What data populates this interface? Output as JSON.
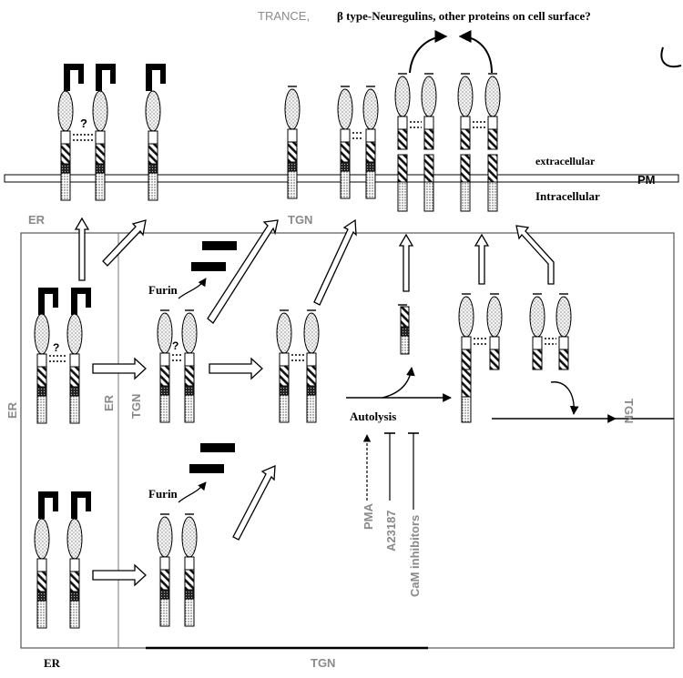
{
  "header": {
    "top_label_prefix": "TRANCE,",
    "top_label_rest": "β type-Neuregulins, other proteins on cell surface?"
  },
  "membrane": {
    "extracellular_label": "extracellular",
    "intracellular_label": "Intracellular",
    "pm_label": "PM"
  },
  "compartments": {
    "er_top_label": "ER",
    "tgn_top_label": "TGN",
    "er_left_label": "ER",
    "er_inner_label": "ER",
    "tgn_inner_label": "TGN",
    "tgn_right_label": "TGN",
    "er_bottom_label": "ER",
    "tgn_bottom_label": "TGN"
  },
  "enzymes": {
    "furin_upper": "Furin",
    "furin_lower": "Furin"
  },
  "autolysis": {
    "label": "Autolysis",
    "regulators": [
      "PMA",
      "A23187",
      "CaM inhibitors"
    ]
  },
  "unknown_mark": "?"
}
